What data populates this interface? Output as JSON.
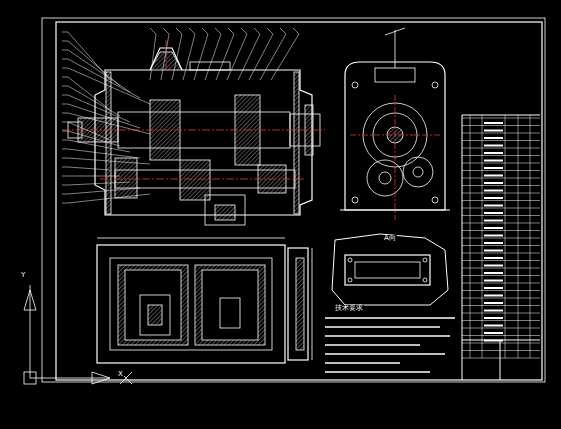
{
  "diagram": {
    "labels": [
      "A向",
      "技术要求",
      "Y",
      "X"
    ]
  }
}
